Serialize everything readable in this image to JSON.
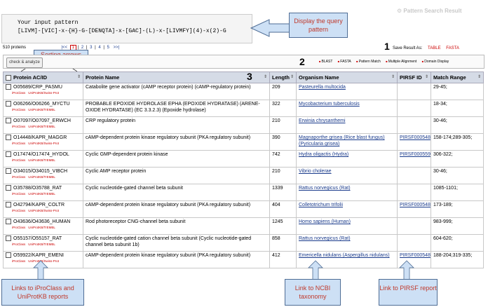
{
  "header": {
    "title": "Pattern Search Result",
    "pattern_label": "Your input pattern",
    "pattern_value": "[LIVM]-[VIC]-x-{H}-G-[DENQTA]-x-[GAC]-(L)-x-[LIVMFY](4)-x(2)-G"
  },
  "pager": {
    "count_text": "510 proteins",
    "pages": [
      "1",
      "2",
      "3",
      "4",
      "5"
    ],
    "current_page": "1",
    "nav_prev": "|<<",
    "nav_next": ">>|",
    "nav_last": ">>|"
  },
  "save": {
    "label": "Save Result As:",
    "options": [
      "TABLE",
      "FASTA"
    ]
  },
  "toolbar": {
    "check_label": "check & analyze",
    "tools": [
      "BLAST",
      "FASTA",
      "Pattern Match",
      "Multiple Alignment",
      "Domain Display"
    ]
  },
  "table": {
    "headers": [
      "Protein AC/ID",
      "Protein Name",
      "Length",
      "Organism Name",
      "PIRSF ID",
      "Match Range"
    ],
    "link_labels": [
      "iProClass",
      "UniProtKB/Swiss-Prot",
      "UniProtKB/TrEMBL"
    ],
    "rows": [
      {
        "id": "O05689/CRP_PASMU",
        "name": "Catabolite gene activator (cAMP receptor protein) (cAMP-regulatory protein)",
        "length": "209",
        "org": "Pasteurella multocida",
        "pirsf": "",
        "range": "29-45;",
        "links": "sp"
      },
      {
        "id": "O06266/O06266_MYCTU",
        "name": "PROBABLE EPOXIDE HYDROLASE EPHA (EPOXIDE HYDRATASE) (ARENE-OXIDE HYDRATASE) (EC 3.3.2.3) (Epoxide hydrolase)",
        "length": "322",
        "org": "Mycobacterium tuberculosis",
        "pirsf": "",
        "range": "18-34;",
        "links": "tr"
      },
      {
        "id": "O07097/O07097_ERWCH",
        "name": "CRP regulatory protein",
        "length": "210",
        "org": "Erwinia chrysanthemi",
        "pirsf": "",
        "range": "30-46;",
        "links": "tr"
      },
      {
        "id": "O14448/KAPR_MAGGR",
        "name": "cAMP-dependent protein kinase regulatory subunit (PKA regulatory subunit)",
        "length": "390",
        "org": "Magnaporthe grisea (Rice blast fungus) (Pyricularia grisea)",
        "pirsf": "PIRSF000548",
        "range": "158-174;289-305;",
        "links": "sp"
      },
      {
        "id": "O17474/O17474_HYDOL",
        "name": "Cyclic GMP-dependent protein kinase",
        "length": "742",
        "org": "Hydra oligactis (Hydra)",
        "pirsf": "PIRSF000559",
        "range": "306-322;",
        "links": "tr"
      },
      {
        "id": "O34015/O34015_VIBCH",
        "name": "Cyclic AMP receptor protein",
        "length": "210",
        "org": "Vibrio cholerae",
        "pirsf": "",
        "range": "30-46;",
        "links": "tr"
      },
      {
        "id": "O35788/O35788_RAT",
        "name": "Cyclic nucleotide-gated channel beta subunit",
        "length": "1339",
        "org": "Rattus norvegicus (Rat)",
        "pirsf": "",
        "range": "1085-1101;",
        "links": "tr"
      },
      {
        "id": "O42794/KAPR_COLTR",
        "name": "cAMP-dependent protein kinase regulatory subunit (PKA regulatory subunit)",
        "length": "404",
        "org": "Colletotrichum trifolii",
        "pirsf": "PIRSF000548",
        "range": "173-189;",
        "links": "sp"
      },
      {
        "id": "O43636/O43636_HUMAN",
        "name": "Rod photoreceptor CNG-channel beta subunit",
        "length": "1245",
        "org": "Homo sapiens (Human)",
        "pirsf": "",
        "range": "983-999;",
        "links": "tr"
      },
      {
        "id": "O55157/O55157_RAT",
        "name": "Cyclic nucleotide-gated cation channel beta subunit (Cyclic nucleotide-gated channel beta subunit 1b)",
        "length": "858",
        "org": "Rattus norvegicus (Rat)",
        "pirsf": "",
        "range": "604-620;",
        "links": "tr"
      },
      {
        "id": "O59922/KAPR_EMENI",
        "name": "cAMP-dependent protein kinase regulatory subunit (PKA regulatory subunit)",
        "length": "412",
        "org": "Emericella nidulans (Aspergillus nidulans)",
        "pirsf": "PIRSF000548",
        "range": "188-204;319-335;",
        "links": "sp"
      }
    ]
  },
  "callouts": {
    "query": "Display the query pattern",
    "sorting": "Sorting arrows",
    "links": "Links to iProClass and UniProtKB reports",
    "ncbi": "Link to NCBI taxonomy",
    "pirsf": "Link to PIRSF report"
  },
  "markers": [
    "1",
    "2",
    "3"
  ],
  "colors": {
    "header_bg": "#d5dbe6",
    "callout_bg": "#cde0f5",
    "accent": "#cc0000",
    "link": "#1a3b8c"
  }
}
